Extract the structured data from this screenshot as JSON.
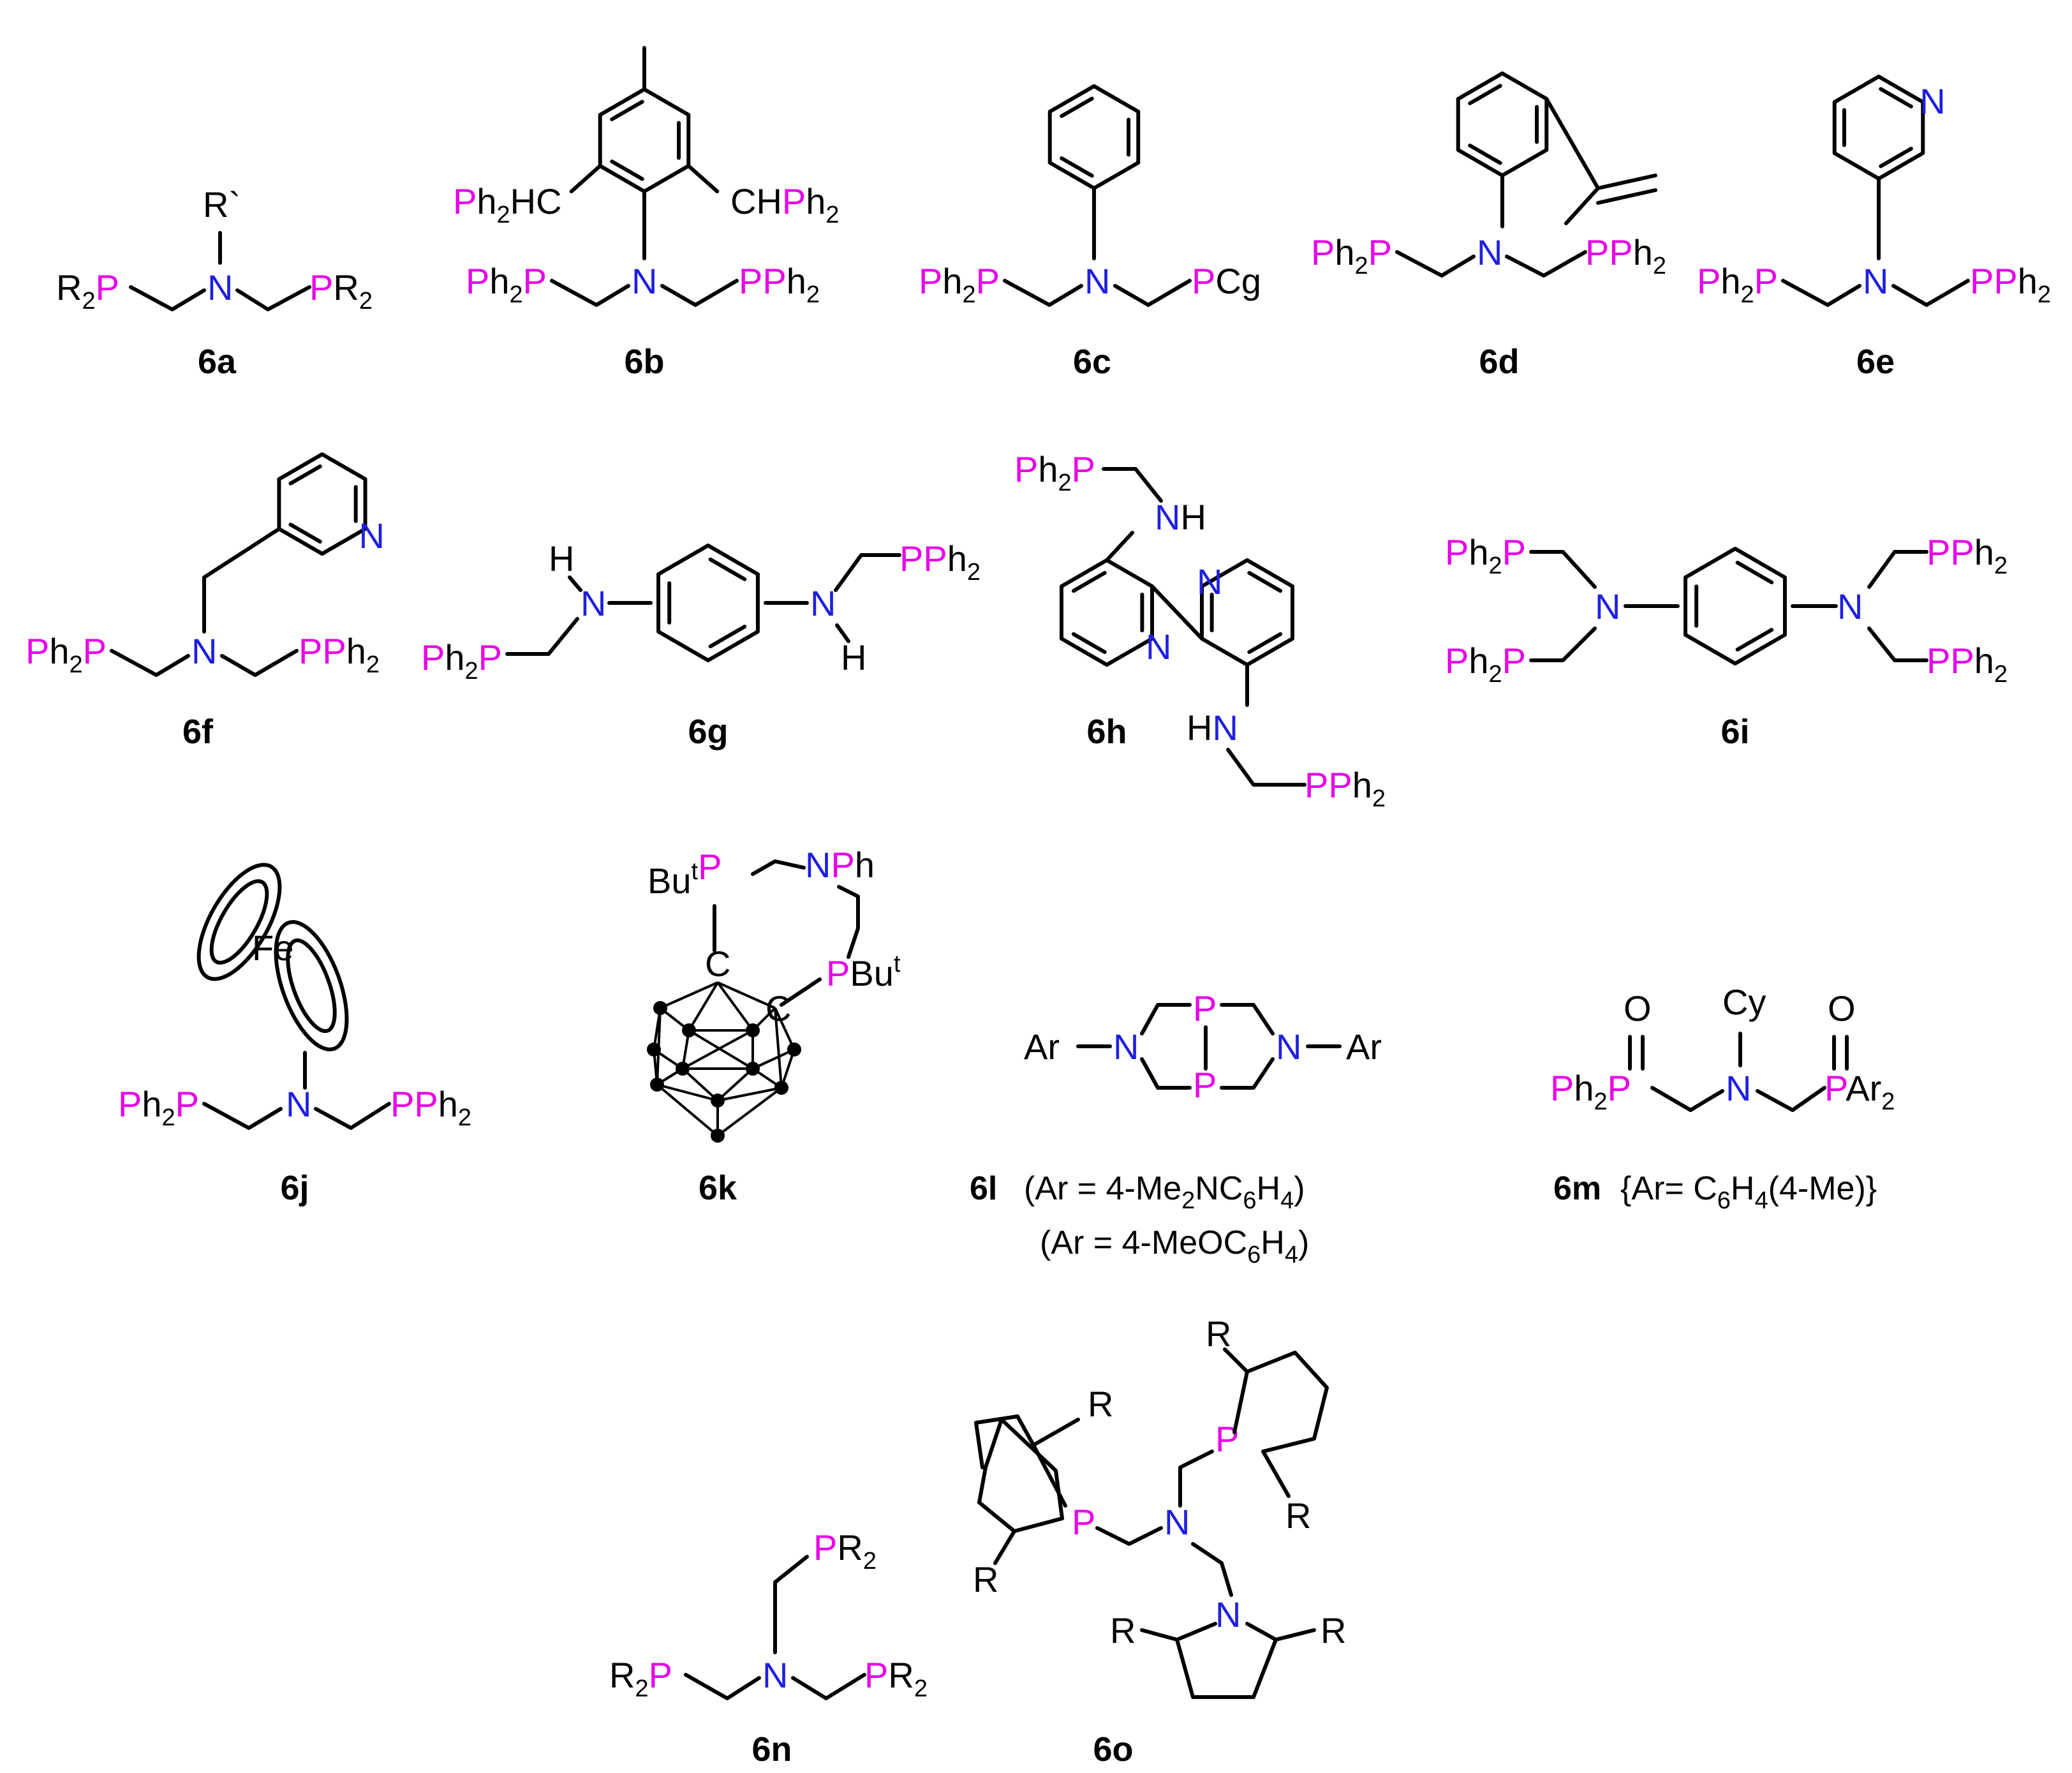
{
  "colors": {
    "phosphorus": "#e600e6",
    "nitrogen": "#1f1fe0",
    "carbon_text": "#000000"
  },
  "compounds": [
    {
      "id": "6a",
      "labels": {
        "left": "R2P",
        "right": "PR2",
        "top": "R`",
        "center": "N"
      }
    },
    {
      "id": "6b",
      "labels": {
        "left": "Ph2P",
        "right": "PPh2",
        "center": "N",
        "aryl_left": "Ph2HC",
        "aryl_right": "CHPh2"
      }
    },
    {
      "id": "6c",
      "labels": {
        "left": "Ph2P",
        "right": "PCg",
        "center": "N"
      }
    },
    {
      "id": "6d",
      "labels": {
        "left": "Ph2P",
        "right": "PPh2",
        "center": "N"
      }
    },
    {
      "id": "6e",
      "labels": {
        "left": "Ph2P",
        "right": "PPh2",
        "center": "N",
        "ring_n": "N"
      }
    },
    {
      "id": "6f",
      "labels": {
        "left": "Ph2P",
        "right": "PPh2",
        "center": "N",
        "ring_n": "N"
      }
    },
    {
      "id": "6g",
      "labels": {
        "left": "Ph2P",
        "right": "PPh2",
        "nh_left_h": "H",
        "nh_left_n": "N",
        "nh_right_h": "H",
        "nh_right_n": "N"
      }
    },
    {
      "id": "6h",
      "labels": {
        "top": "Ph2P",
        "bottom": "PPh2",
        "nh_top": "NH",
        "nh_bottom": "HN",
        "ring_n1": "N",
        "ring_n2": "N"
      }
    },
    {
      "id": "6i",
      "labels": {
        "ul": "Ph2P",
        "ll": "Ph2P",
        "ur": "PPh2",
        "lr": "PPh2",
        "n_left": "N",
        "n_right": "N"
      }
    },
    {
      "id": "6j",
      "labels": {
        "left": "Ph2P",
        "right": "PPh2",
        "center": "N",
        "metal": "Fe"
      }
    },
    {
      "id": "6k",
      "labels": {
        "p_top": "ButP",
        "n": "NPh",
        "p_bottom": "PBut",
        "c1": "C",
        "c2": "C"
      }
    },
    {
      "id": "6l",
      "labels": {
        "ar_left": "Ar",
        "ar_right": "Ar",
        "n_left": "N",
        "n_right": "N",
        "p1": "P",
        "p2": "P"
      },
      "caption_line1": "(Ar = 4-Me2NC6H4)",
      "caption_line2": "(Ar = 4-MeOC6H4)"
    },
    {
      "id": "6m",
      "labels": {
        "left": "Ph2P",
        "right": "PAr2",
        "center": "N",
        "top": "Cy",
        "o_left": "O",
        "o_right": "O"
      },
      "caption": "{Ar= C6H4(4-Me)}"
    },
    {
      "id": "6n",
      "labels": {
        "left": "R2P",
        "right": "PR2",
        "top": "PR2",
        "center": "N"
      }
    },
    {
      "id": "6o",
      "labels": {
        "center": "N",
        "r": "R",
        "p": "P",
        "n_ring": "N"
      }
    }
  ]
}
